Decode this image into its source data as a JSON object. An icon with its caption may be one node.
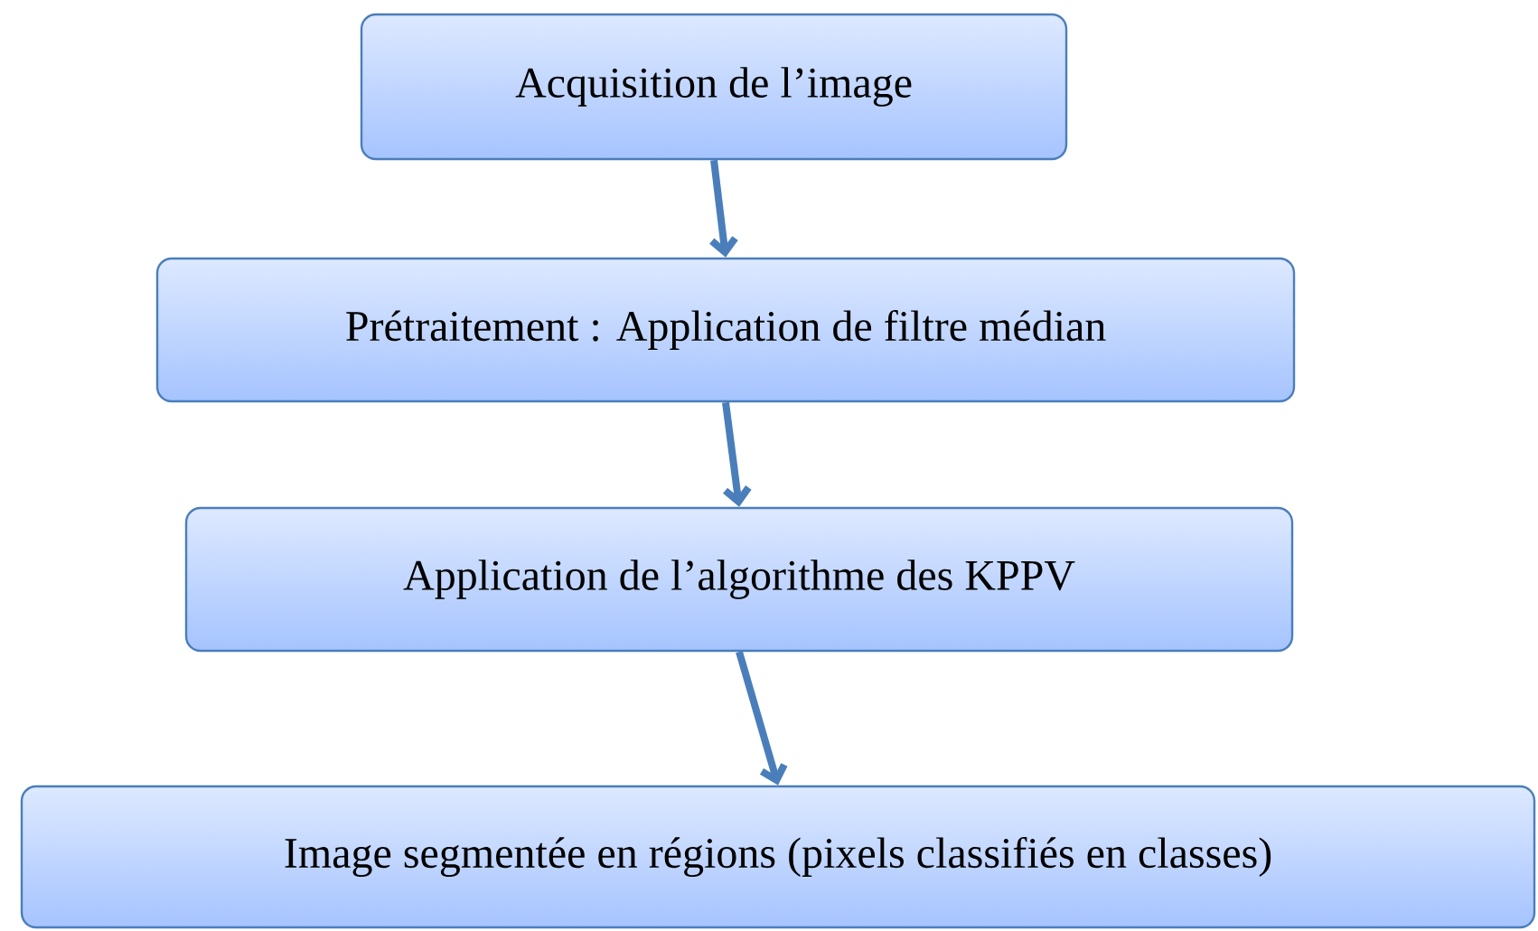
{
  "diagram": {
    "nodes": [
      {
        "text": [
          "Acquisition de l’image"
        ]
      },
      {
        "text": [
          "Prétraitement : Application de filtre médian"
        ]
      },
      {
        "text": [
          "Application de l’algorithme des KPPV"
        ]
      },
      {
        "text": [
          "Image segmentée en régions (pixels classifiés en classes)"
        ]
      }
    ],
    "edges": [
      {
        "from": 0,
        "to": 1,
        "arrow": "to"
      },
      {
        "from": 1,
        "to": 2,
        "arrow": "to"
      },
      {
        "from": 2,
        "to": 3,
        "arrow": "to"
      }
    ]
  }
}
